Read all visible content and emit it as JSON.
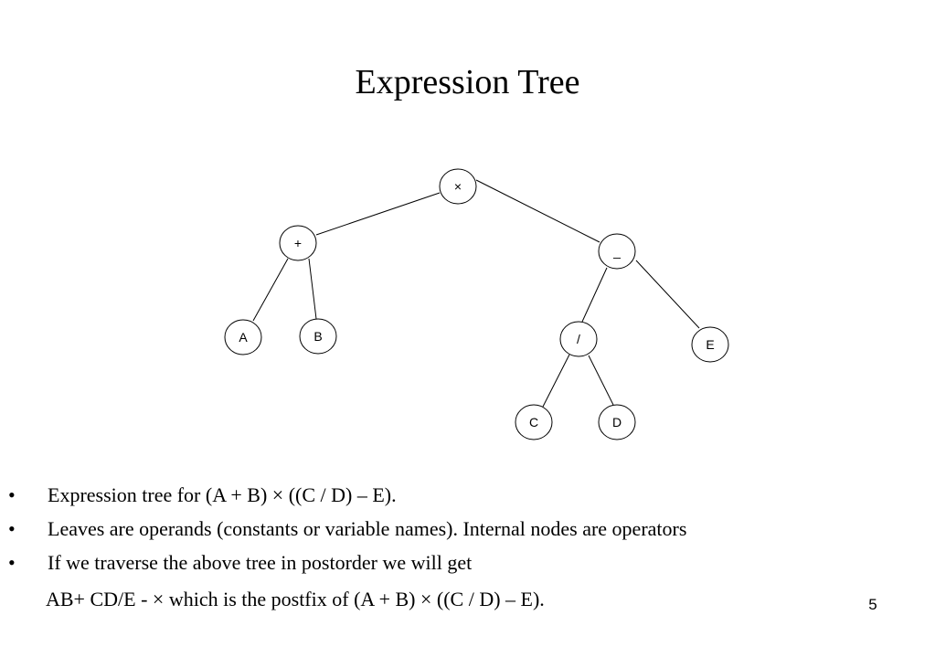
{
  "slide": {
    "title": "Expression Tree",
    "page_number": "5"
  },
  "tree": {
    "nodes": {
      "times": "×",
      "plus": "+",
      "minus": "_",
      "a": "A",
      "b": "B",
      "divide": "/",
      "e": "E",
      "c": "C",
      "d": "D"
    },
    "edges": [
      [
        "times",
        "plus"
      ],
      [
        "times",
        "minus"
      ],
      [
        "plus",
        "a"
      ],
      [
        "plus",
        "b"
      ],
      [
        "minus",
        "divide"
      ],
      [
        "minus",
        "e"
      ],
      [
        "divide",
        "c"
      ],
      [
        "divide",
        "d"
      ]
    ]
  },
  "bullets": [
    "Expression tree for (A + B) × ((C / D) – E).",
    "Leaves are operands (constants or variable names).  Internal nodes are operators",
    "If we traverse the above tree in postorder we will get"
  ],
  "bullet_symbol": "•",
  "continuation": "AB+ CD/E - ×  which is the  postfix of (A + B) × ((C / D) – E)."
}
